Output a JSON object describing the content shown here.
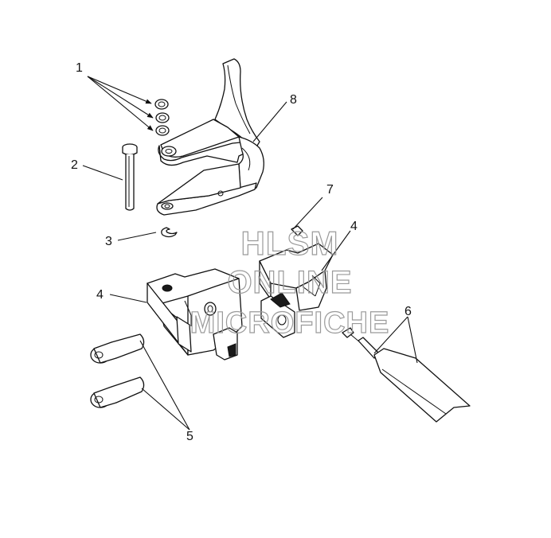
{
  "callouts": {
    "c1": "1",
    "c2": "2",
    "c3": "3",
    "c4a": "4",
    "c4b": "4",
    "c5": "5",
    "c6": "6",
    "c7": "7",
    "c8": "8"
  },
  "watermark": {
    "line1": "HLSM",
    "line2": "ONLINE",
    "line3": "MICROFICHE"
  },
  "colors": {
    "line": "#111111",
    "watermark": "#9a9a9a",
    "background": "#ffffff"
  }
}
